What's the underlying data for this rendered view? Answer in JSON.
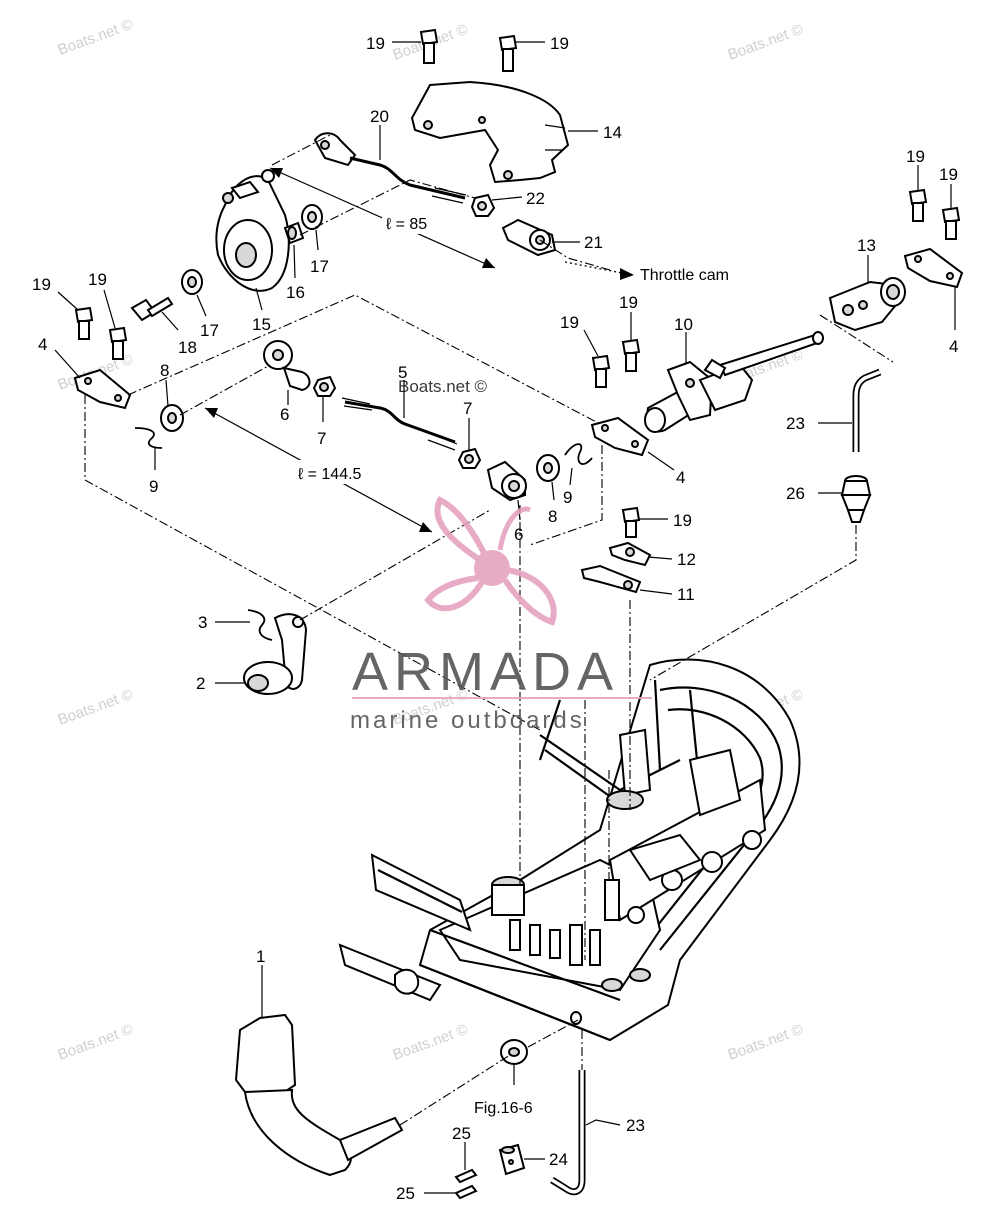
{
  "watermark": {
    "text": "Boats.net ©",
    "center_text": "Boats.net ©",
    "logo_main": "ARMADA",
    "logo_sub": "marine outboards",
    "logo_color": "#e6a3c0"
  },
  "annotations": {
    "throttle_cam": "Throttle cam",
    "length_85": "ℓ = 85",
    "length_144": "ℓ = 144.5",
    "figure_ref": "Fig.16-6"
  },
  "callouts": {
    "c1": "1",
    "c2": "2",
    "c3": "3",
    "c4a": "4",
    "c4b": "4",
    "c4c": "4",
    "c5": "5",
    "c6a": "6",
    "c6b": "6",
    "c7a": "7",
    "c7b": "7",
    "c8a": "8",
    "c8b": "8",
    "c9a": "9",
    "c9b": "9",
    "c10": "10",
    "c11": "11",
    "c12": "12",
    "c13": "13",
    "c14": "14",
    "c15": "15",
    "c16": "16",
    "c17a": "17",
    "c17b": "17",
    "c18": "18",
    "c19a": "19",
    "c19b": "19",
    "c19c": "19",
    "c19d": "19",
    "c19e": "19",
    "c19f": "19",
    "c19g": "19",
    "c19h": "19",
    "c19i": "19",
    "c20": "20",
    "c21": "21",
    "c22": "22",
    "c23a": "23",
    "c23b": "23",
    "c24": "24",
    "c25a": "25",
    "c25b": "25",
    "c26": "26"
  }
}
